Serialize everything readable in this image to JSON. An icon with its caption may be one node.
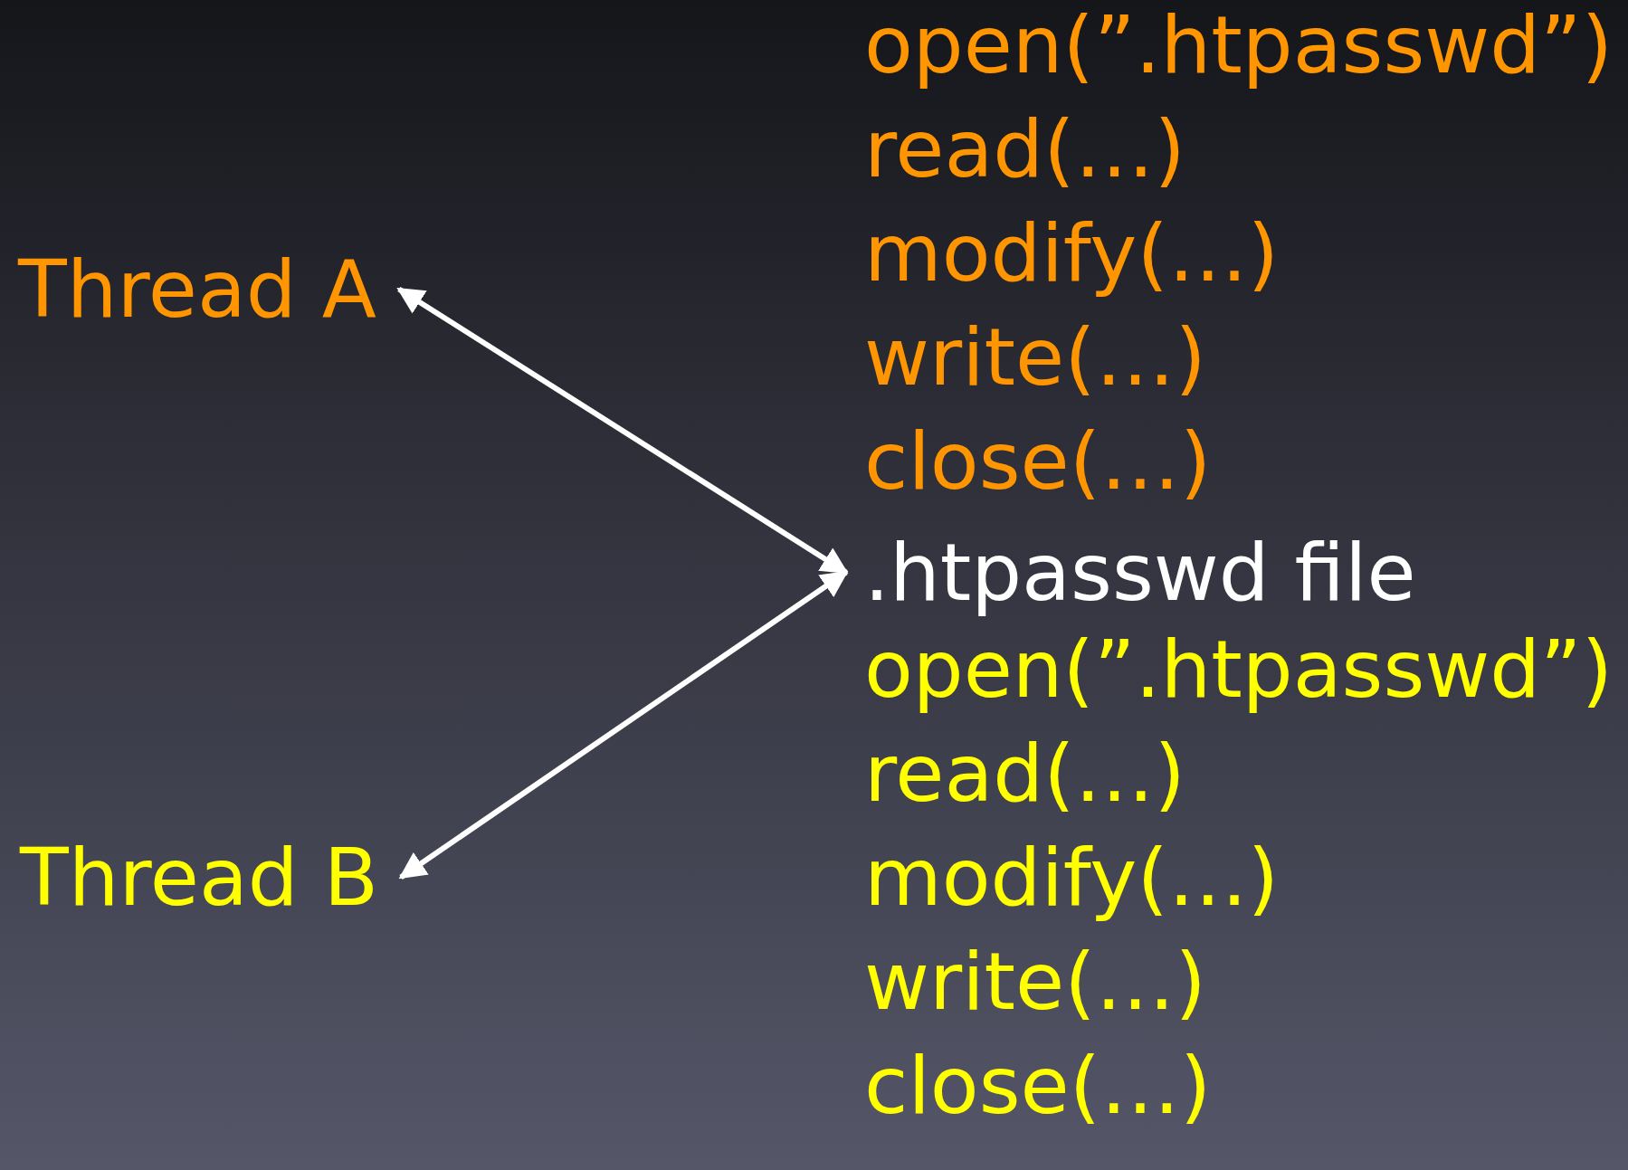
{
  "diagram": {
    "nodes": [
      {
        "text": [
          "Thread A"
        ]
      },
      {
        "text": [
          "Thread B"
        ]
      },
      {
        "text": [
          ".htpasswd file"
        ]
      }
    ],
    "edges": [
      {
        "from": 2,
        "to": 0,
        "arrow": "both"
      },
      {
        "from": 2,
        "to": 1,
        "arrow": "both"
      }
    ],
    "labels": [
      "open(”.htpasswd”)",
      "read(…)",
      "modify(…)",
      "write(…)",
      "close(…)",
      "open(”.htpasswd”)",
      "read(…)",
      "modify(…)",
      "write(…)",
      "close(…)"
    ]
  }
}
